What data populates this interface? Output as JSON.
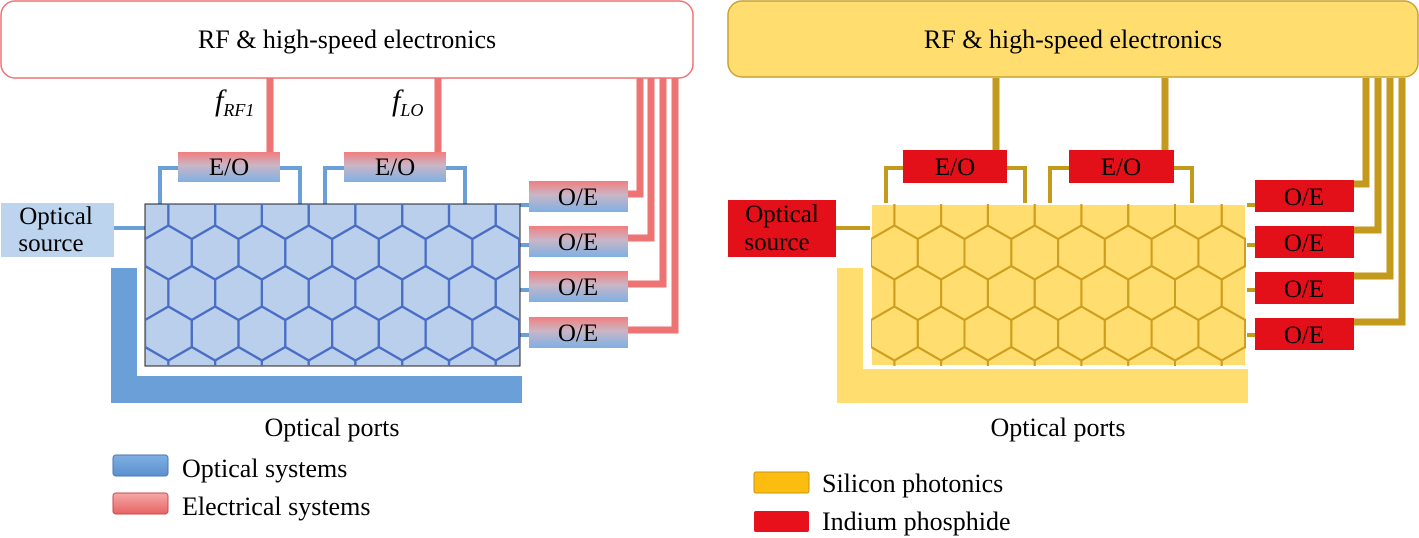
{
  "left_panel": {
    "electronics_label": "RF & high-speed electronics",
    "freq_rf": {
      "main": "f",
      "sub": "RF1"
    },
    "freq_lo": {
      "main": "f",
      "sub": "LO"
    },
    "eo_labels": [
      "E/O",
      "E/O"
    ],
    "oe_labels": [
      "O/E",
      "O/E",
      "O/E",
      "O/E"
    ],
    "source_label_1": "Optical",
    "source_label_2": "source",
    "ports_label": "Optical ports",
    "legend": [
      {
        "label": "Optical systems",
        "color": "#6a9fd8"
      },
      {
        "label": "Electrical systems",
        "color": "#ee6e6e"
      }
    ],
    "colors": {
      "optical": "#6a9fd8",
      "electrical": "#ee7373",
      "mesh_fill": "#b9cfeb",
      "mesh_line": "#4a6ec6",
      "source_fill": "#bcd4ee"
    }
  },
  "right_panel": {
    "electronics_label": "RF & high-speed electronics",
    "eo_labels": [
      "E/O",
      "E/O"
    ],
    "oe_labels": [
      "O/E",
      "O/E",
      "O/E",
      "O/E"
    ],
    "source_label_1": "Optical",
    "source_label_2": "source",
    "ports_label": "Optical ports",
    "legend": [
      {
        "label": "Silicon photonics",
        "color": "#fdbd10"
      },
      {
        "label": "Indium phosphide",
        "color": "#e8101a"
      }
    ],
    "colors": {
      "silicon": "#ffdd6e",
      "inp": "#e3101a",
      "wire": "#c49a1c",
      "mesh_line": "#cf9e1e"
    }
  }
}
